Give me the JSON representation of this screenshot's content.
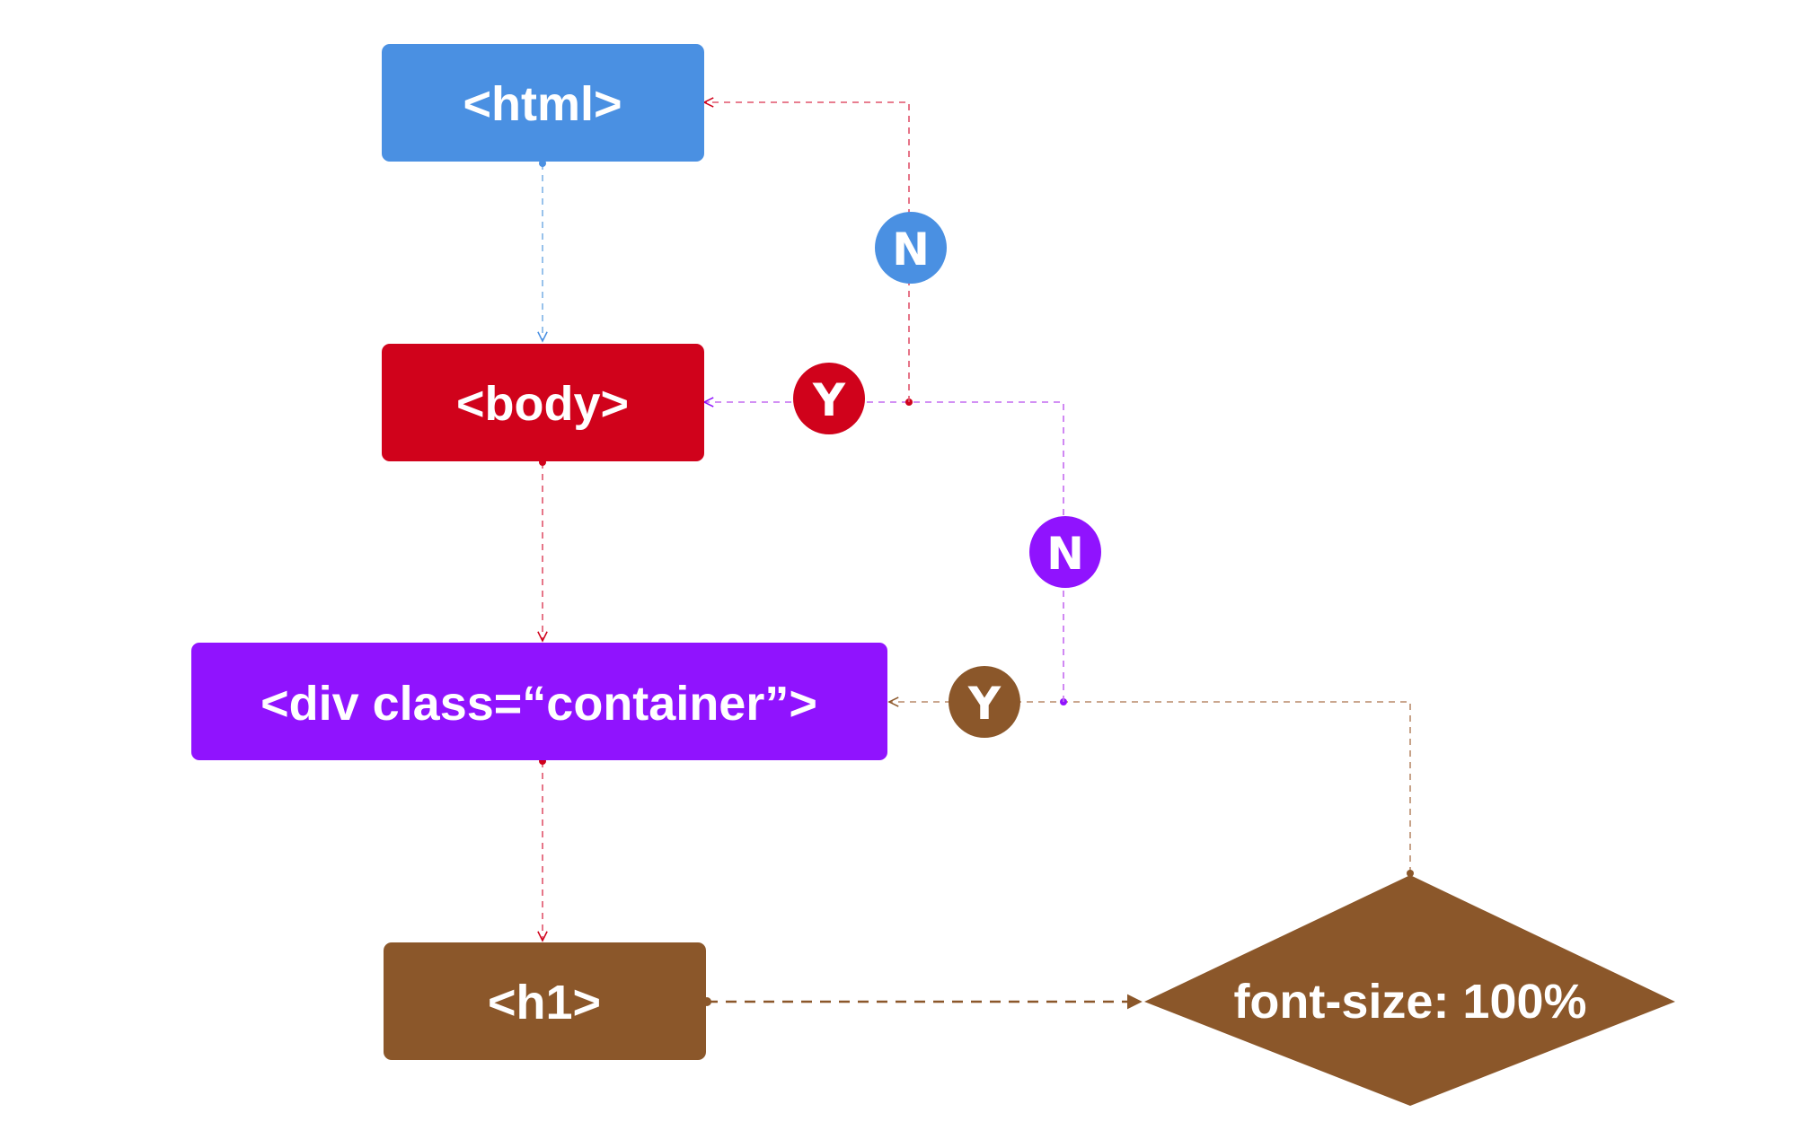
{
  "nodes": {
    "html": {
      "label": "<html>",
      "color": "#4A90E2"
    },
    "body": {
      "label": "<body>",
      "color": "#D0021B"
    },
    "container": {
      "label": "<div class=“container”>",
      "color": "#9013FE"
    },
    "h1": {
      "label": "<h1>",
      "color": "#8B572A"
    },
    "decision": {
      "label": "font-size: 100%",
      "color": "#8B572A"
    }
  },
  "badges": {
    "html_no": {
      "label": "N",
      "color": "#4A90E2"
    },
    "body_yes": {
      "label": "Y",
      "color": "#D0021B"
    },
    "body_no": {
      "label": "N",
      "color": "#9013FE"
    },
    "container_yes": {
      "label": "Y",
      "color": "#8B572A"
    }
  },
  "connector_colors": {
    "html_to_body": "#7FB3E6",
    "body_to_container": "#E0536B",
    "container_to_h1": "#E0536B",
    "h1_to_decision": "#8B572A",
    "decision_loop": "#B98A6A",
    "body_loop": "#C46BF0",
    "html_loop": "#E0536B"
  }
}
